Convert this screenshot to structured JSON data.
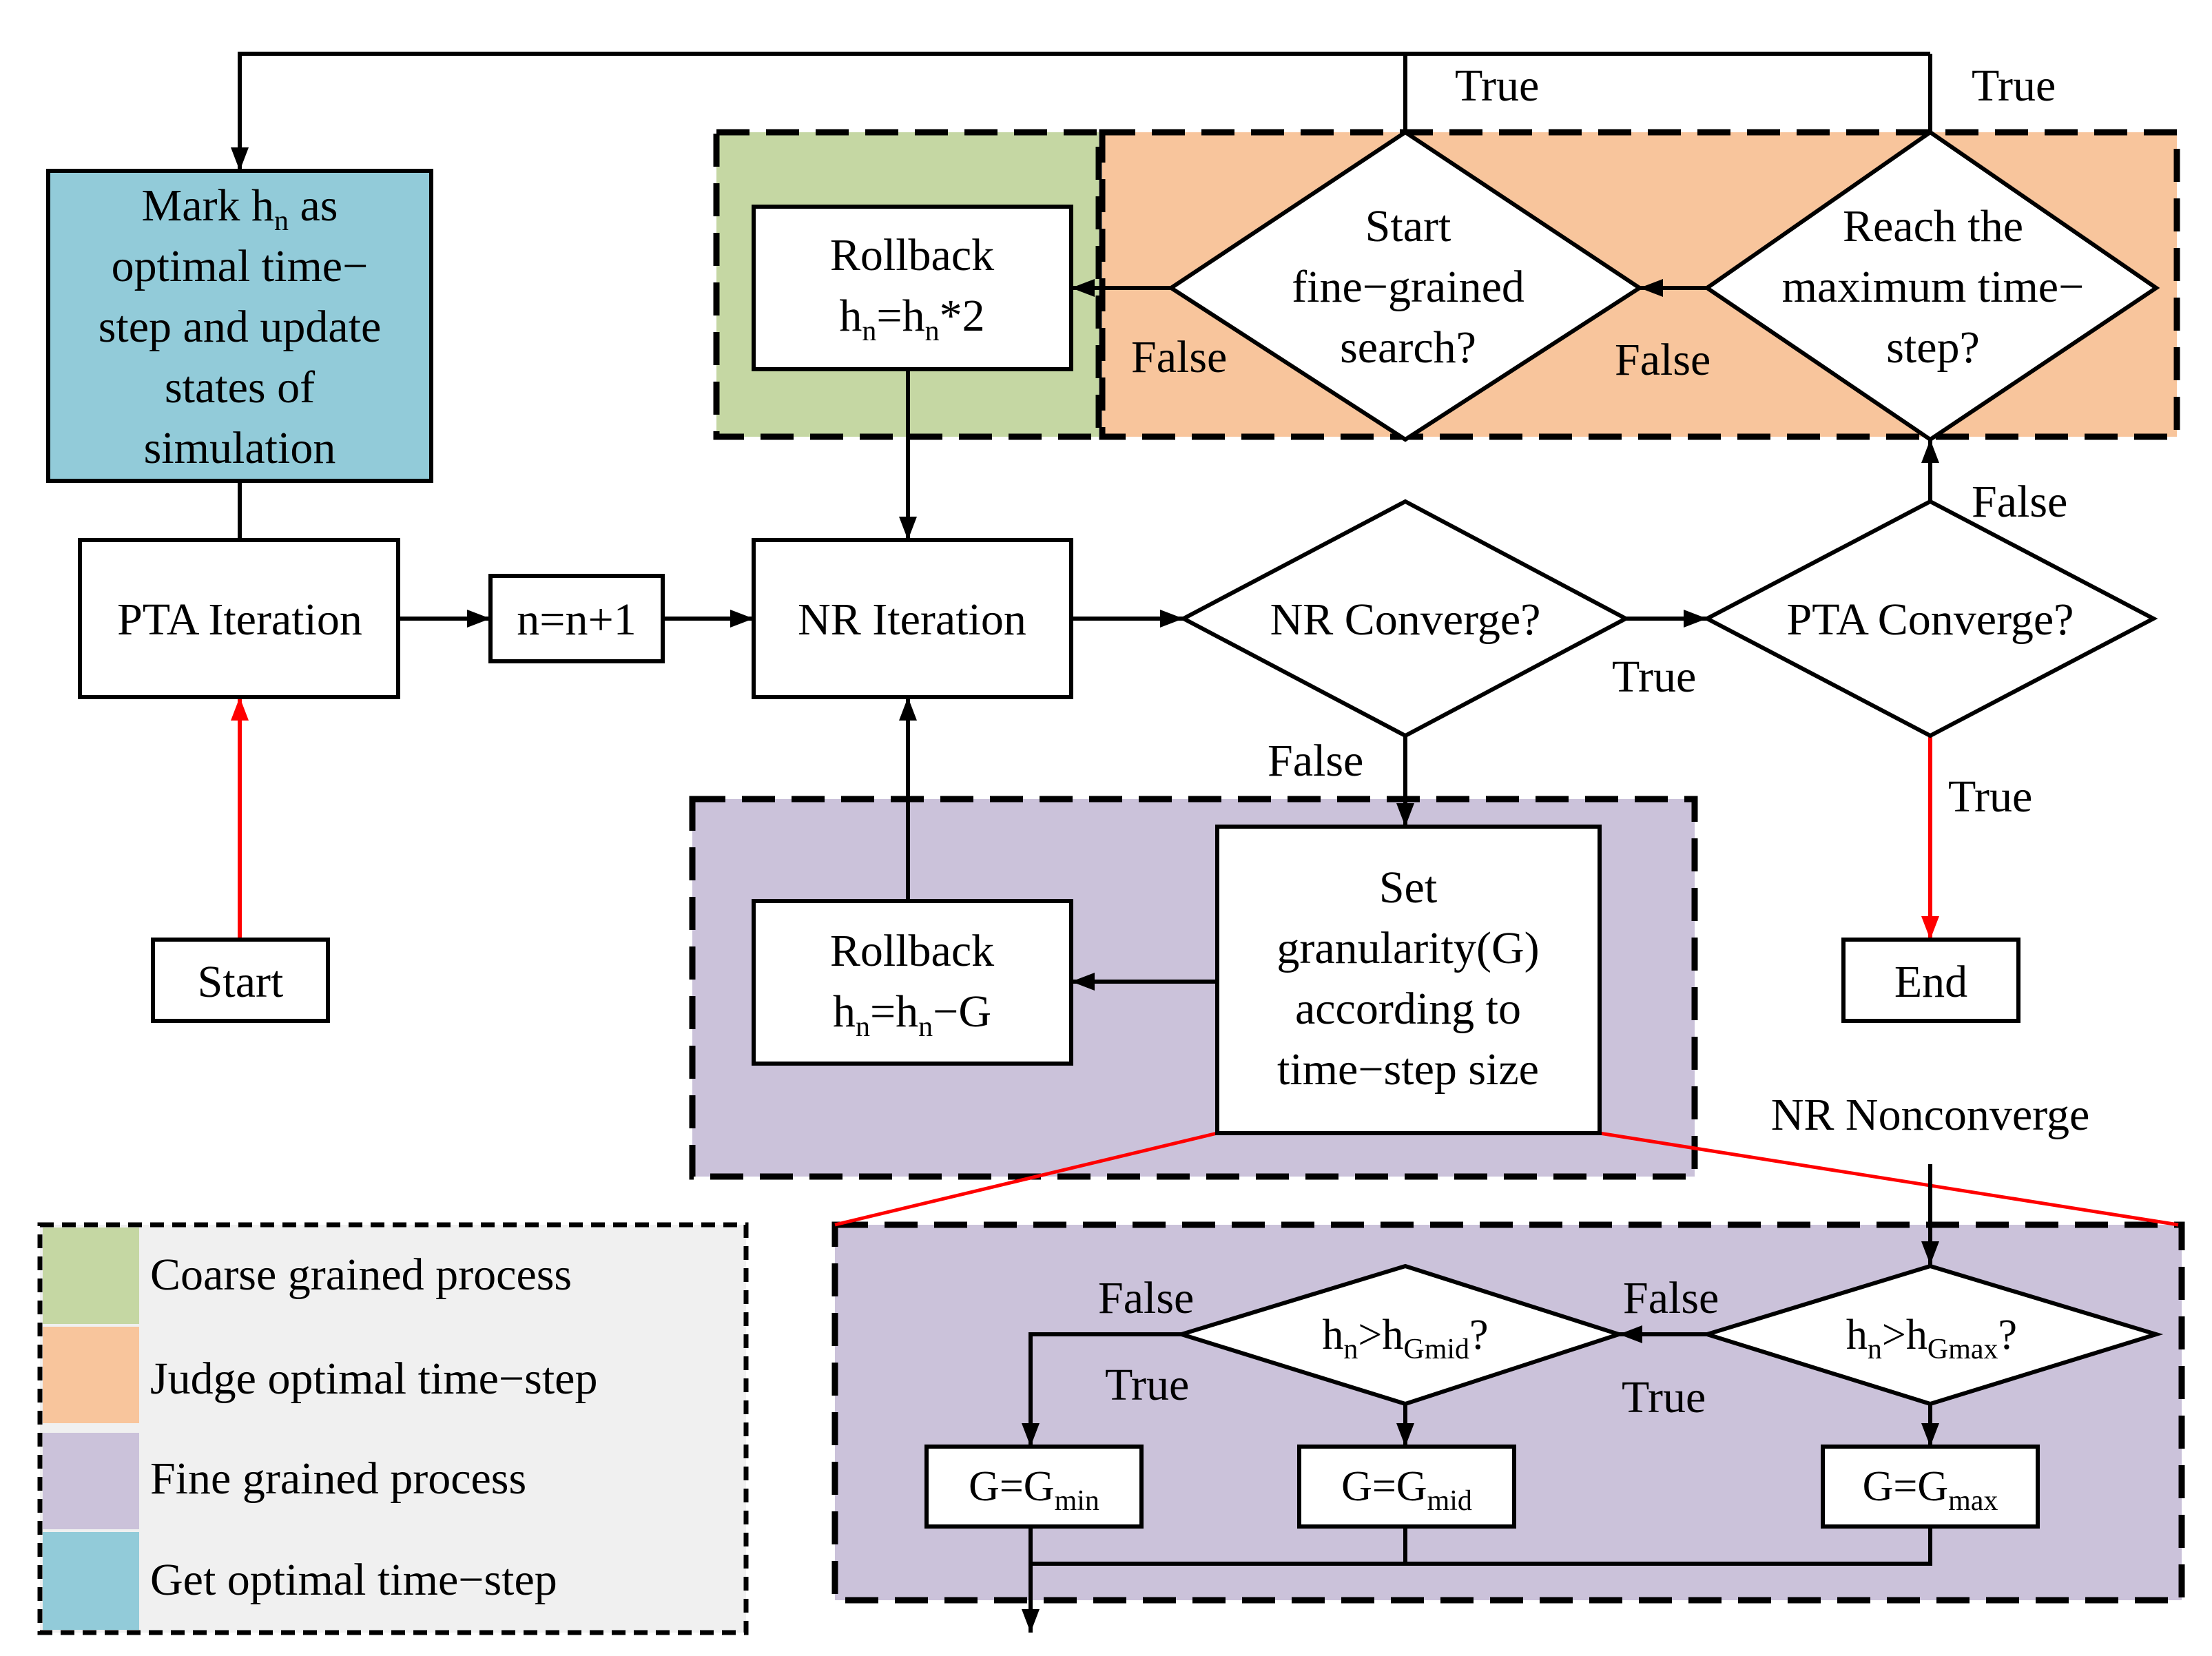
{
  "colors": {
    "coarse": "#c5d7a3",
    "judge": "#f8c59c",
    "fine": "#cbc2da",
    "optimal": "#92cbd9",
    "legend_bg": "#f0f0f0",
    "red_arrow": "#ff0000",
    "black": "#000000"
  },
  "nodes": {
    "mark": [
      "Mark h",
      "n",
      " as",
      "optimal time−",
      "step and update",
      "states of",
      "simulation"
    ],
    "pta_iteration": "PTA Iteration",
    "n_increment": "n=n+1",
    "nr_iteration": "NR Iteration",
    "rollback_top_title": "Rollback",
    "rollback_top_formula": [
      "h",
      "n",
      "=h",
      "n",
      "*2"
    ],
    "start_fine_search": [
      "Start",
      "fine−grained",
      "search?"
    ],
    "reach_max": [
      "Reach the",
      "maximum time−",
      "step?"
    ],
    "nr_converge": "NR Converge?",
    "pta_converge": "PTA Converge?",
    "start": "Start",
    "end": "End",
    "rollback_bottom_title": "Rollback",
    "rollback_bottom_formula": [
      "h",
      "n",
      "=h",
      "n",
      "−G"
    ],
    "set_granularity": [
      "Set",
      "granularity(G)",
      "according to",
      "time−step size"
    ],
    "nr_nonconverge": "NR Nonconverge",
    "dec_gmid": [
      "h",
      "n",
      ">h",
      "Gmid",
      "?"
    ],
    "dec_gmax": [
      "h",
      "n",
      ">h",
      "Gmax",
      "?"
    ],
    "g_min": [
      "G=G",
      "min"
    ],
    "g_mid": [
      "G=G",
      "mid"
    ],
    "g_max": [
      "G=G",
      "max"
    ]
  },
  "edge_labels": {
    "true": "True",
    "false": "False"
  },
  "legend": [
    {
      "label": "Coarse grained process",
      "color": "#c5d7a3"
    },
    {
      "label": "Judge optimal time−step",
      "color": "#f8c59c"
    },
    {
      "label": "Fine grained process",
      "color": "#cbc2da"
    },
    {
      "label": "Get optimal time−step",
      "color": "#92cbd9"
    }
  ]
}
